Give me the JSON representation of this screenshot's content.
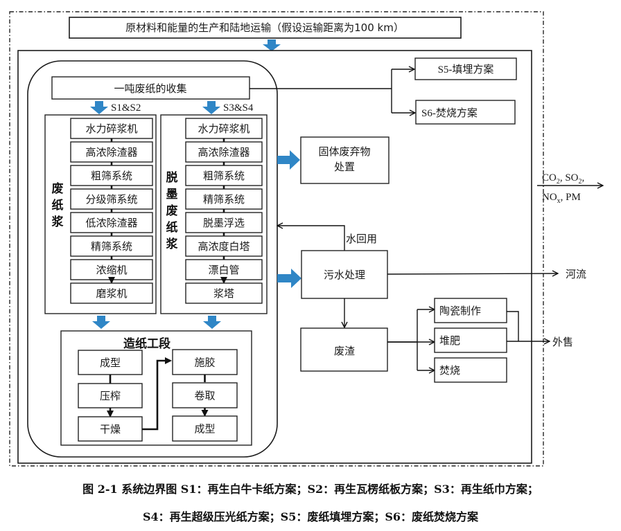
{
  "header": {
    "top_box": "原材料和能量的生产和陆地运输（假设运输距离为100 km）"
  },
  "collection": {
    "label": "一吨废纸的收集",
    "branch_left": "S1&S2",
    "branch_right": "S3&S4"
  },
  "column_waste_pulp": {
    "title_chars": [
      "废",
      "纸",
      "浆"
    ],
    "steps": [
      "水力碎浆机",
      "高浓除渣器",
      "粗筛系统",
      "分级筛系统",
      "低浓除渣器",
      "精筛系统",
      "浓缩机",
      "磨浆机"
    ]
  },
  "column_deinked_pulp": {
    "title_chars": [
      "脱",
      "墨",
      "废",
      "纸",
      "浆"
    ],
    "steps": [
      "水力碎浆机",
      "高浓除渣器",
      "粗筛系统",
      "精筛系统",
      "脱墨浮选",
      "高浓度白塔",
      "漂白管",
      "浆塔"
    ]
  },
  "papermaking": {
    "title": "造纸工段",
    "left_steps": [
      "成型",
      "压榨",
      "干燥"
    ],
    "right_steps": [
      "施胶",
      "卷取",
      "成型"
    ]
  },
  "scenarios": {
    "s5": "S5-填埋方案",
    "s6": "S6-焚烧方案"
  },
  "solid_waste": {
    "line1": "固体废弃物",
    "line2": "处置"
  },
  "wastewater": {
    "label": "污水处理",
    "reuse_label": "水回用",
    "outflow_label": "河流"
  },
  "sludge": {
    "label": "废渣",
    "options": [
      "陶瓷制作",
      "堆肥",
      "焚烧"
    ],
    "sale_label": "外售"
  },
  "emissions": {
    "line1_parts": [
      "CO",
      "2",
      ", SO",
      "2",
      ","
    ],
    "line2_parts": [
      "NO",
      "x",
      ", PM"
    ]
  },
  "caption": {
    "line1": "图 2-1 系统边界图  S1：再生白牛卡纸方案；S2：再生瓦楞纸板方案；S3：再生纸巾方案；",
    "line2": "S4：再生超级压光纸方案；S5：废纸填埋方案；S6：废纸焚烧方案"
  },
  "colors": {
    "flow_arrow": "#2f86c6"
  }
}
